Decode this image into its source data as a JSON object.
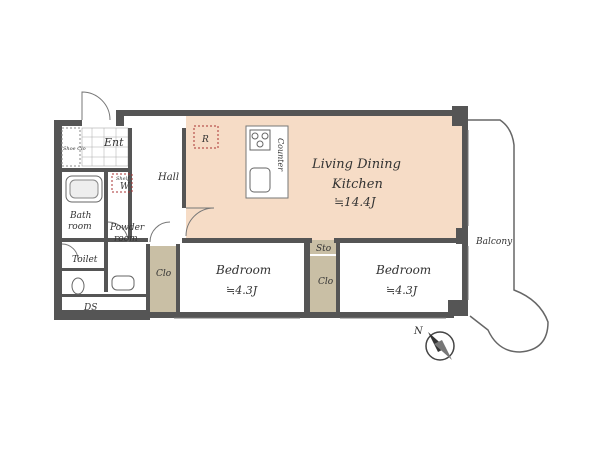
{
  "plan": {
    "rooms": {
      "entrance": "Ent",
      "shoe_closet": "Shoe Clo",
      "hall": "Hall",
      "refrigerator": "R",
      "counter": "Counter",
      "ldk": {
        "line1": "Living Dining",
        "line2": "Kitchen",
        "area": "≒14.4J"
      },
      "shelf": "Shelf",
      "washer": "W",
      "bath": {
        "line1": "Bath",
        "line2": "room"
      },
      "powder": {
        "line1": "Powder",
        "line2": "room"
      },
      "toilet": "Toilet",
      "ds": "DS",
      "closet_left": "Clo",
      "closet_right": "Clo",
      "storage": "Sto",
      "bedroom_left": {
        "name": "Bedroom",
        "area": "≒4.3J"
      },
      "bedroom_right": {
        "name": "Bedroom",
        "area": "≒4.3J"
      },
      "balcony": "Balcony"
    },
    "compass": "N",
    "colors": {
      "ldk_floor": "#f6dcc6",
      "closet_floor": "#c9bfa5",
      "wall": "#555555",
      "white": "#ffffff"
    }
  }
}
